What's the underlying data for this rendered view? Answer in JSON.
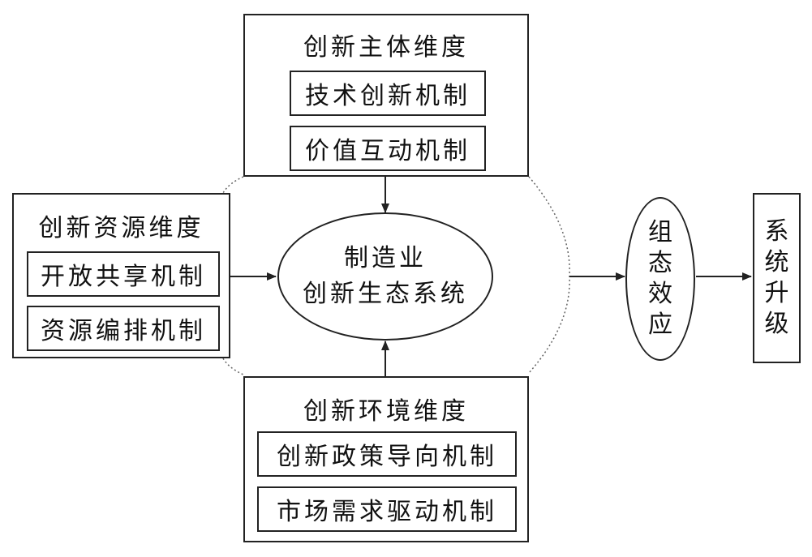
{
  "top_group": {
    "title": "创新主体维度",
    "items": [
      "技术创新机制",
      "价值互动机制"
    ]
  },
  "left_group": {
    "title": "创新资源维度",
    "items": [
      "开放共享机制",
      "资源编排机制"
    ]
  },
  "bottom_group": {
    "title": "创新环境维度",
    "items": [
      "创新政策导向机制",
      "市场需求驱动机制"
    ]
  },
  "center": {
    "line1": "制造业",
    "line2": "创新生态系统"
  },
  "effect": {
    "chars": [
      "组",
      "态",
      "效",
      "应"
    ]
  },
  "result": {
    "chars": [
      "系",
      "统",
      "升",
      "级"
    ]
  }
}
